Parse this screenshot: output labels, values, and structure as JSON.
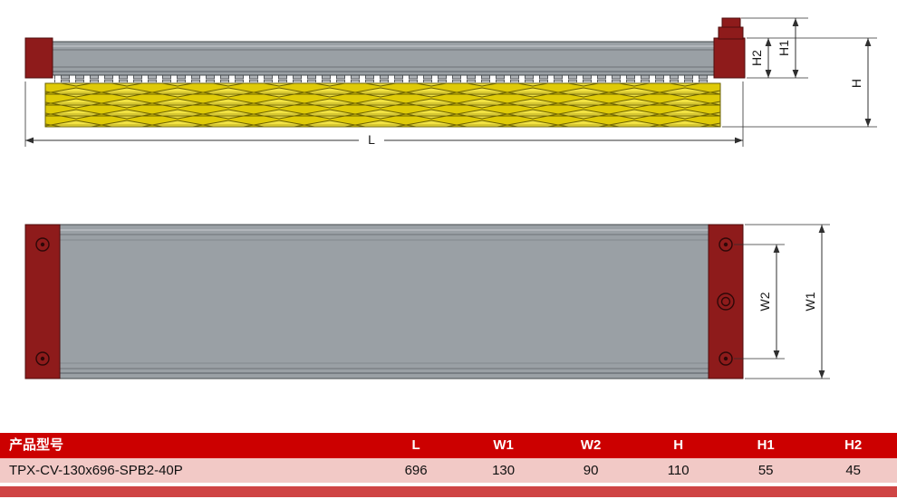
{
  "drawing": {
    "dims": {
      "L": "L",
      "H": "H",
      "H1": "H1",
      "H2": "H2",
      "W1": "W1",
      "W2": "W2"
    }
  },
  "table": {
    "headers": [
      "产品型号",
      "L",
      "W1",
      "W2",
      "H",
      "H1",
      "H2"
    ],
    "row": [
      "TPX-CV-130x696-SPB2-40P",
      "696",
      "130",
      "90",
      "110",
      "55",
      "45"
    ]
  },
  "colors": {
    "header_red": "#cc0000",
    "row_pink": "#f2c9c6",
    "footer_red": "#cf4444",
    "cap_maroon": "#8e1b1b",
    "body_gray": "#9aa0a5",
    "strip_yellow": "#e8d60a"
  }
}
